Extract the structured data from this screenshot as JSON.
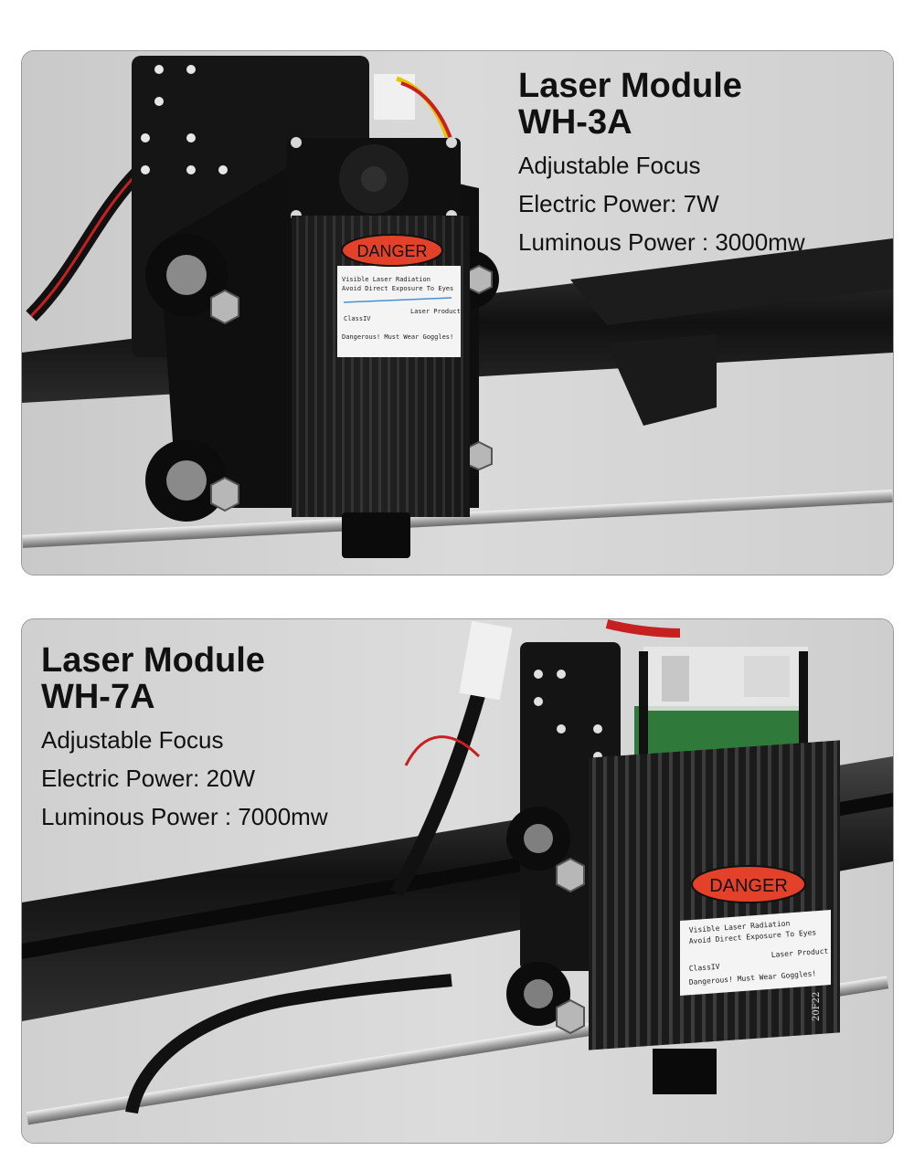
{
  "modules": [
    {
      "title": "Laser Module",
      "model": "WH-3A",
      "specs": [
        "Adjustable Focus",
        "Electric Power: 7W",
        "Luminous Power : 3000mw"
      ],
      "label": {
        "danger": "DANGER",
        "line1": "Visible Laser Radiation",
        "line2": "Avoid Direct Exposure To Eyes",
        "class": "ClassIV",
        "product": "Laser Product",
        "warn": "Dangerous! Must Wear Goggles!"
      }
    },
    {
      "title": "Laser Module",
      "model": "WH-7A",
      "specs": [
        "Adjustable Focus",
        "Electric Power: 20W",
        "Luminous Power : 7000mw"
      ],
      "label": {
        "danger": "DANGER",
        "line1": "Visible Laser Radiation",
        "line2": "Avoid Direct Exposure To Eyes",
        "class": "ClassIV",
        "product": "Laser Product",
        "warn": "Dangerous! Must Wear Goggles!",
        "serial": "20F22"
      }
    }
  ]
}
